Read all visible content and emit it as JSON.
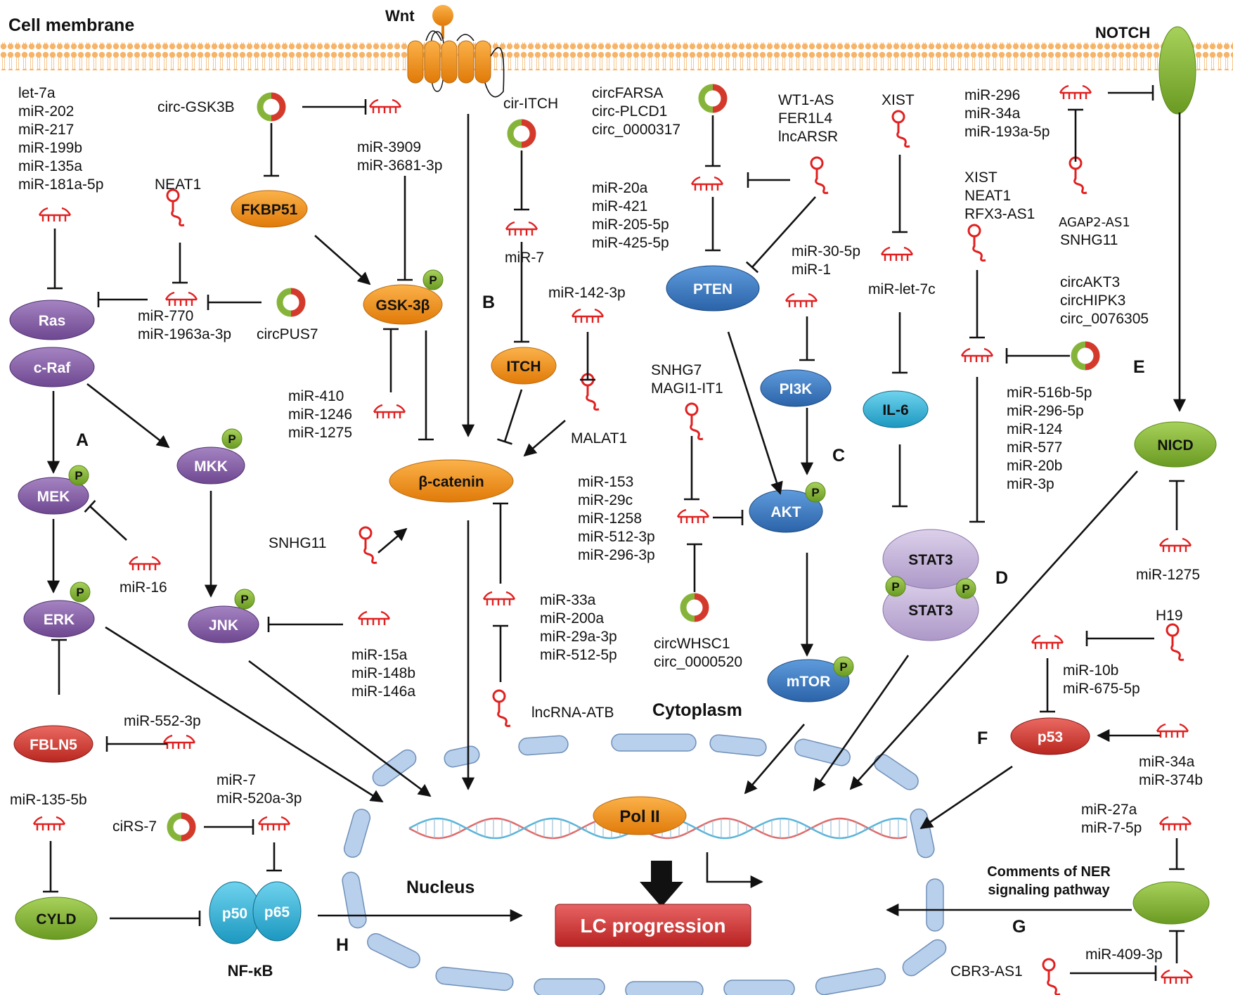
{
  "labels": {
    "cell_membrane": "Cell membrane",
    "wnt": "Wnt",
    "notch": "NOTCH",
    "cytoplasm": "Cytoplasm",
    "nucleus": "Nucleus",
    "nfkb": "NF-κB",
    "ner": [
      "Comments of NER",
      "signaling pathway"
    ],
    "lc_progression": "LC progression",
    "pol2": "Pol II"
  },
  "panels": {
    "A": "A",
    "B": "B",
    "C": "C",
    "D": "D",
    "E": "E",
    "F": "F",
    "G": "G",
    "H": "H"
  },
  "nodes": {
    "ras": "Ras",
    "craf": "c-Raf",
    "mek": "MEK",
    "erk": "ERK",
    "mkk": "MKK",
    "jnk": "JNK",
    "fbln5": "FBLN5",
    "fkbp51": "FKBP51",
    "gsk3b": "GSK-3β",
    "itch": "ITCH",
    "bcat": "β-catenin",
    "pten": "PTEN",
    "pi3k": "PI3K",
    "akt": "AKT",
    "mtor": "mTOR",
    "il6": "IL-6",
    "stat3a": "STAT3",
    "stat3b": "STAT3",
    "nicd": "NICD",
    "p53": "p53",
    "cyld": "CYLD",
    "p50": "p50",
    "p65": "p65",
    "phos": "P"
  },
  "texts": {
    "mirs_ras": [
      "let-7a",
      "miR-202",
      "miR-217",
      "miR-199b",
      "miR-135a",
      "miR-181a-5p"
    ],
    "circ_gsk3b": "circ-GSK3B",
    "neat1": "NEAT1",
    "mir770": [
      "miR-770",
      "miR-1963a-3p"
    ],
    "circpus7": "circPUS7",
    "mir3909": [
      "miR-3909",
      "miR-3681-3p"
    ],
    "mir410": [
      "miR-410",
      "miR-1246",
      "miR-1275"
    ],
    "mir16": "miR-16",
    "mir552": "miR-552-3p",
    "mir15a": [
      "miR-15a",
      "miR-148b",
      "miR-146a"
    ],
    "snhg11_b": "SNHG11",
    "cir_itch": "cir-ITCH",
    "mir7": "miR-7",
    "mir142": "miR-142-3p",
    "malat1": "MALAT1",
    "mir33a": [
      "miR-33a",
      "miR-200a",
      "miR-29a-3p",
      "miR-512-5p"
    ],
    "lncrna_atb": "lncRNA-ATB",
    "circfarsa": [
      "circFARSA",
      "circ-PLCD1",
      "circ_0000317"
    ],
    "wt1as": [
      "WT1-AS",
      "FER1L4",
      "lncARSR"
    ],
    "mir20a": [
      "miR-20a",
      "miR-421",
      "miR-205-5p",
      "miR-425-5p"
    ],
    "mir30": [
      "miR-30-5p",
      "miR-1"
    ],
    "snhg7": [
      "SNHG7",
      "MAGI1-IT1"
    ],
    "mir153": [
      "miR-153",
      "miR-29c",
      "miR-1258",
      "miR-512-3p",
      "miR-296-3p"
    ],
    "circwhsc1": [
      "circWHSC1",
      "circ_0000520"
    ],
    "xist_top": "XIST",
    "mirlet7c": "miR-let-7c",
    "xist_neat": [
      "XIST",
      "NEAT1",
      "RFX3-AS1"
    ],
    "mir296": [
      "miR-296",
      "miR-34a",
      "miR-193a-5p"
    ],
    "agap2": [
      "AGAP2-AS1",
      "SNHG11"
    ],
    "circakt3": [
      "circAKT3",
      "circHIPK3",
      "circ_0076305"
    ],
    "mir516": [
      "miR-516b-5p",
      "miR-296-5p",
      "miR-124",
      "miR-577",
      "miR-20b",
      "miR-3p"
    ],
    "mir1275": "miR-1275",
    "h19": "H19",
    "mir10b": [
      "miR-10b",
      "miR-675-5p"
    ],
    "mir34a": [
      "miR-34a",
      "miR-374b"
    ],
    "mir27a": [
      "miR-27a",
      "miR-7-5p"
    ],
    "cbr3": "CBR3-AS1",
    "mir409": "miR-409-3p",
    "mir135": "miR-135-5b",
    "cirs7": "ciRS-7",
    "mir7_520": [
      "miR-7",
      "miR-520a-3p"
    ]
  },
  "colors": {
    "membrane": "#f6b469",
    "purple": "#8a5fa8",
    "orange": "#f29218",
    "blue": "#3f7fc4",
    "cyan": "#3ab8d8",
    "green": "#86b43a",
    "red": "#d9413c",
    "lavender": "#c8b8dc",
    "nucleus": "#b8d0ec",
    "lc": "#d43a3a",
    "mirna": "#e02020"
  }
}
